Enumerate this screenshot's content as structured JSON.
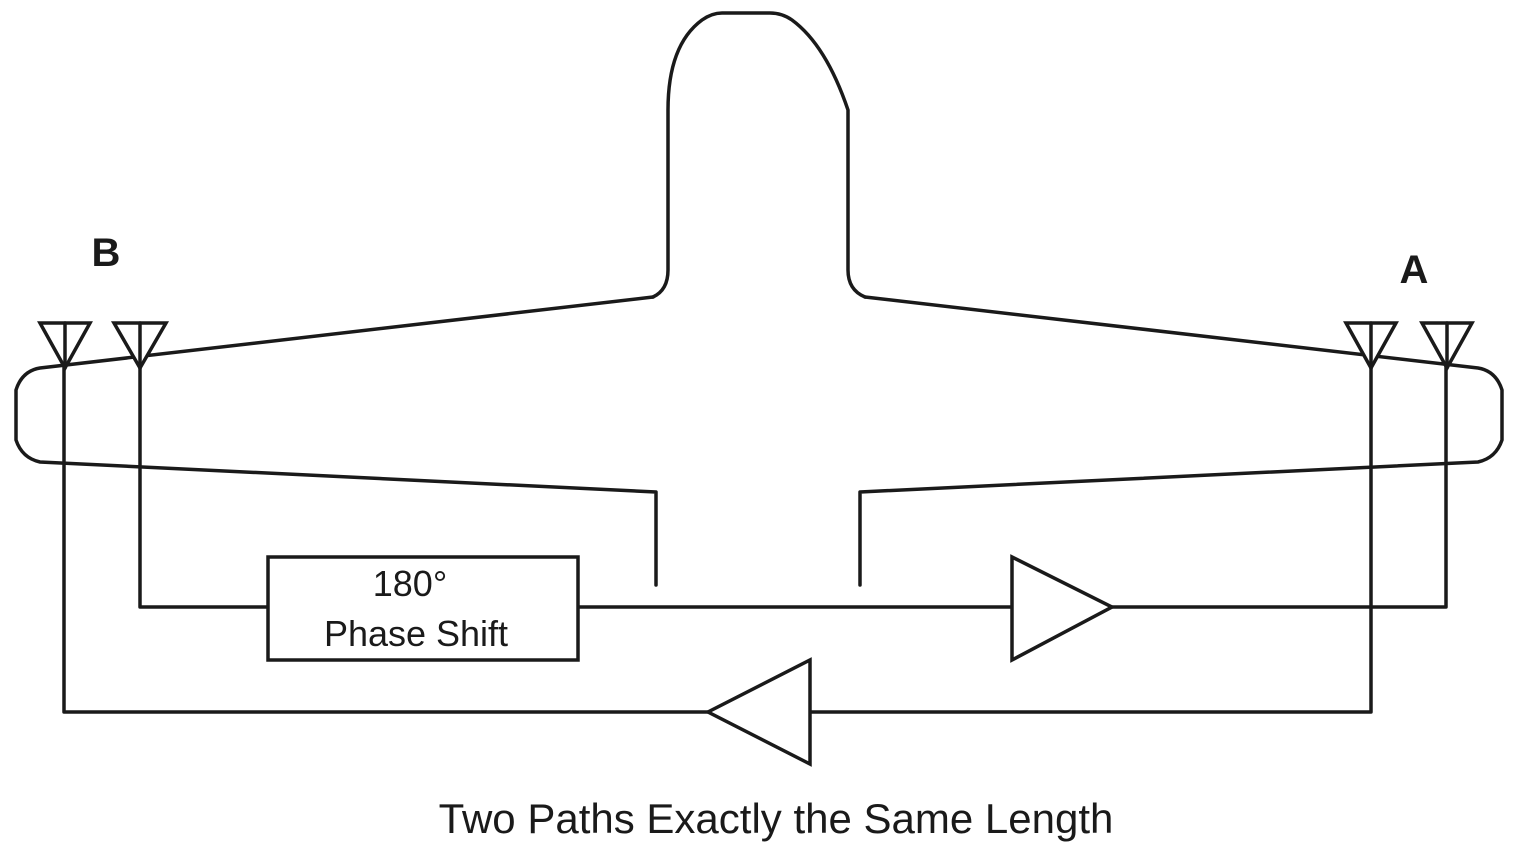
{
  "labels": {
    "point_b": "B",
    "point_a": "A"
  },
  "phase_shift": {
    "line1": "180°",
    "line2": "Phase Shift"
  },
  "caption": "Two Paths Exactly the Same Length",
  "colors": {
    "stroke": "#1a1a1a",
    "background": "#ffffff"
  }
}
